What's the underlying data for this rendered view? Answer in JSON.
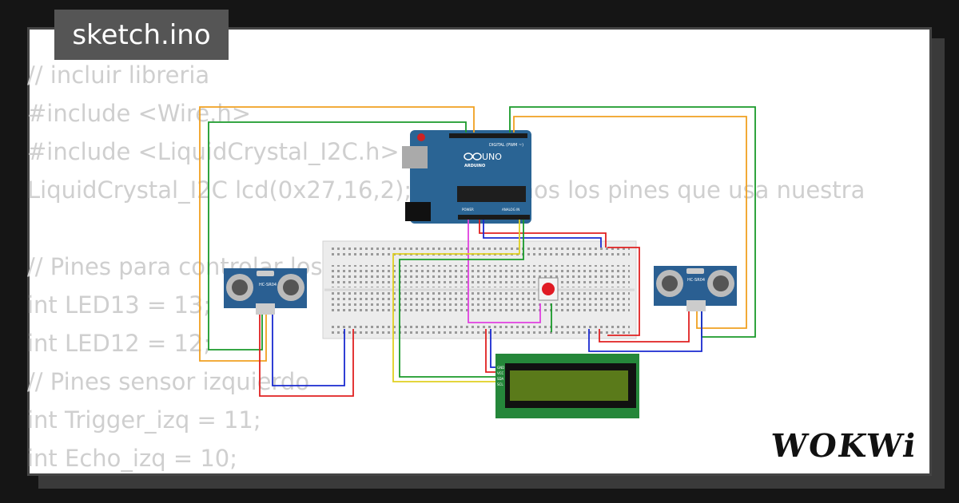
{
  "tab": {
    "filename": "sketch.ino"
  },
  "code_lines": [
    "// incluir libreria",
    "#include <Wire.h>",
    "#include <LiquidCrystal_I2C.h>",
    "LiquidCrystal_I2C lcd(0x27,16,2); // indicamos los pines que usa nuestra",
    "",
    "// Pines para controlar los LEDs (por ejemplo)",
    "int LED13 = 13;",
    "int LED12 = 12;",
    "// Pines sensor izquierdo",
    "int Trigger_izq = 11;",
    "int Echo_izq = 10;"
  ],
  "arduino": {
    "brand": "ARDUINO",
    "model": "UNO",
    "digital_label": "DIGITAL (PWM ~)",
    "power_label": "POWER",
    "analog_label": "ANALOG IN"
  },
  "sensor_left": {
    "model": "HC-SR04"
  },
  "sensor_right": {
    "model": "HC-SR04"
  },
  "lcd": {
    "pin_labels": [
      "GND",
      "VCC",
      "SDA",
      "SCL"
    ]
  },
  "logo": {
    "text": "WOKWi"
  },
  "colors": {
    "background": "#151515",
    "card": "#ffffff",
    "tab": "#555555",
    "code_text": "#cfcfcf",
    "arduino_blue": "#2a6494",
    "lcd_pcb": "#25873a",
    "lcd_screen": "#5a7a1a",
    "button": "#e01b24",
    "wire_orange": "#f0a020",
    "wire_green": "#1a9a2a",
    "wire_red": "#e02020",
    "wire_blue": "#1a2ad0",
    "wire_magenta": "#e040e0",
    "wire_yellow": "#e0d020"
  }
}
